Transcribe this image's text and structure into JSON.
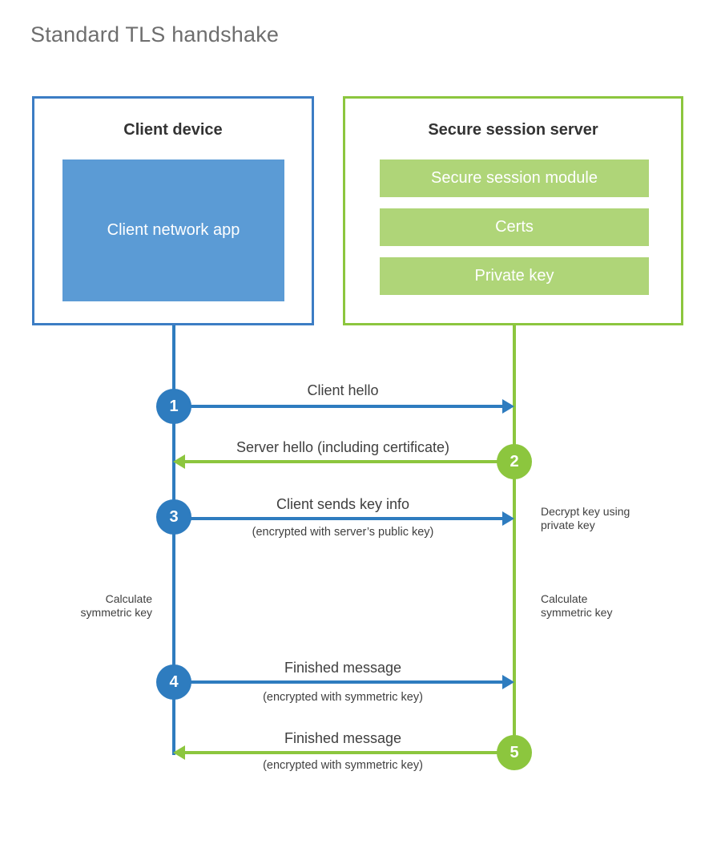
{
  "page": {
    "title": "Standard TLS handshake",
    "background": "#ffffff"
  },
  "colors": {
    "client_accent": "#2E7CBF",
    "client_border": "#3C7DC4",
    "client_block_fill": "#5B9BD5",
    "server_accent": "#8CC63E",
    "server_border": "#8CC63E",
    "server_block_fill": "#AFD578",
    "title_text": "#6e6e6e",
    "body_text": "#3f3f3f",
    "heading_text": "#333333"
  },
  "parties": {
    "client": {
      "title": "Client device",
      "blocks": [
        {
          "label": "Client network app"
        }
      ]
    },
    "server": {
      "title": "Secure session server",
      "blocks": [
        {
          "label": "Secure session module"
        },
        {
          "label": "Certs"
        },
        {
          "label": "Private key"
        }
      ]
    }
  },
  "steps": [
    {
      "number": "1",
      "from": "client",
      "to": "server",
      "direction": "right",
      "color": "#2E7CBF",
      "primary_label": "Client hello",
      "secondary_label": ""
    },
    {
      "number": "2",
      "from": "server",
      "to": "client",
      "direction": "left",
      "color": "#8CC63E",
      "primary_label": "Server hello (including certificate)",
      "secondary_label": ""
    },
    {
      "number": "3",
      "from": "client",
      "to": "server",
      "direction": "right",
      "color": "#2E7CBF",
      "primary_label": "Client sends key info",
      "secondary_label": "(encrypted with server’s public key)"
    },
    {
      "number": "4",
      "from": "client",
      "to": "server",
      "direction": "right",
      "color": "#2E7CBF",
      "primary_label": "Finished message",
      "secondary_label": "(encrypted with symmetric key)"
    },
    {
      "number": "5",
      "from": "server",
      "to": "client",
      "direction": "left",
      "color": "#8CC63E",
      "primary_label": "Finished message",
      "secondary_label": "(encrypted with symmetric key)"
    }
  ],
  "notes": {
    "decrypt_key": "Decrypt key using\nprivate key",
    "client_calculate": "Calculate\nsymmetric key",
    "server_calculate": "Calculate\nsymmetric key"
  }
}
